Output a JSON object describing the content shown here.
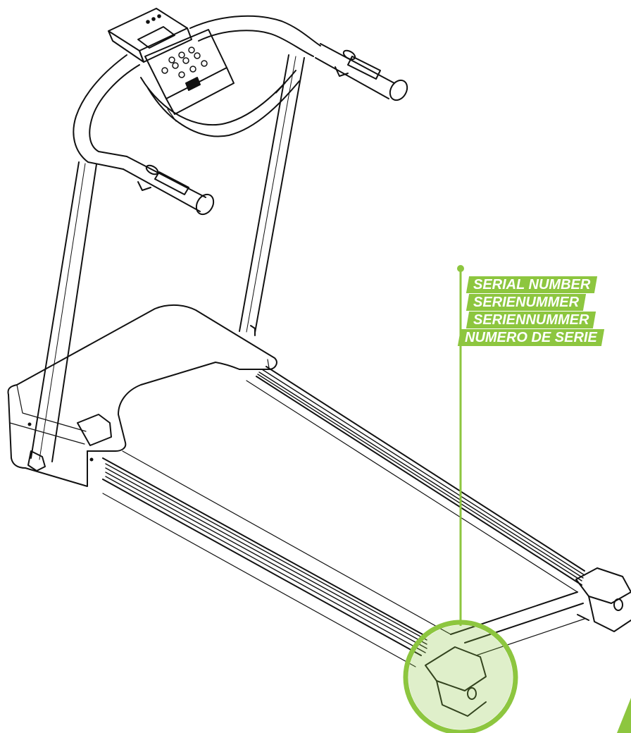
{
  "callout": {
    "labels": [
      "SERIAL NUMBER",
      "SERIENUMMER",
      "SERIENNUMMER",
      "NUMERO DE SERIE"
    ],
    "accent_color": "#8dc63f",
    "line_color": "#111111"
  }
}
